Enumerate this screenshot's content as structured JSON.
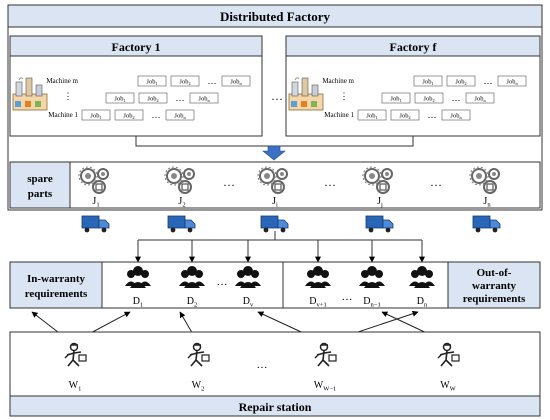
{
  "title": "Distributed Factory",
  "factories": [
    {
      "name": "Factory 1",
      "machines": [
        "Machine m",
        "⋮",
        "Machine 1"
      ],
      "job_rows": [
        [
          "Job",
          "Job",
          "…",
          "Job"
        ],
        [
          "Job",
          "Job",
          "…",
          "Job"
        ],
        [
          "Job",
          "Job",
          "…",
          "Job"
        ]
      ],
      "job_subs": [
        [
          "1",
          "2",
          "",
          "n"
        ],
        [
          "1",
          "2",
          "",
          "n"
        ],
        [
          "1",
          "2",
          "",
          "n"
        ]
      ]
    },
    {
      "name": "Factory f",
      "machines": [
        "Machine m",
        "⋮",
        "Machine 1"
      ],
      "job_rows": [
        [
          "Job",
          "Job",
          "…",
          "Job"
        ],
        [
          "Job",
          "Job",
          "…",
          "Job"
        ],
        [
          "Job",
          "Job",
          "…",
          "Job"
        ]
      ],
      "job_subs": [
        [
          "1",
          "2",
          "",
          "n"
        ],
        [
          "1",
          "2",
          "",
          "n"
        ],
        [
          "1",
          "2",
          "",
          "n"
        ]
      ]
    }
  ],
  "factory_ellipsis": "…",
  "spare_parts": {
    "label_line1": "spare",
    "label_line2": "parts",
    "parts": [
      {
        "base": "J",
        "sub": "1"
      },
      {
        "base": "J",
        "sub": "2"
      },
      {
        "base": "J",
        "sub": "i"
      },
      {
        "base": "J",
        "sub": "j"
      },
      {
        "base": "J",
        "sub": "n"
      }
    ],
    "ellipsis": "…"
  },
  "requirements": {
    "in_warranty_line1": "In-warranty",
    "in_warranty_line2": "requirements",
    "out_warranty_line1": "Out-of-",
    "out_warranty_line2": "warranty",
    "out_warranty_line3": "requirements",
    "demands": [
      {
        "base": "D",
        "sub": "1"
      },
      {
        "base": "D",
        "sub": "2"
      },
      {
        "base": "D",
        "sub": "v"
      },
      {
        "base": "D",
        "sub": "v+1"
      },
      {
        "base": "D",
        "sub": "n−1"
      },
      {
        "base": "D",
        "sub": "n"
      }
    ],
    "ellipsis": "…"
  },
  "repair_station": {
    "label": "Repair station",
    "workers": [
      {
        "base": "W",
        "sub": "1"
      },
      {
        "base": "W",
        "sub": "2"
      },
      {
        "base": "W",
        "sub": "W−1"
      },
      {
        "base": "W",
        "sub": "W"
      }
    ],
    "ellipsis": "…"
  },
  "colors": {
    "header_bg": "#dbe4f2",
    "border": "#333333",
    "arrow_blue": "#3d6fc4",
    "truck_blue": "#2a66b8"
  }
}
